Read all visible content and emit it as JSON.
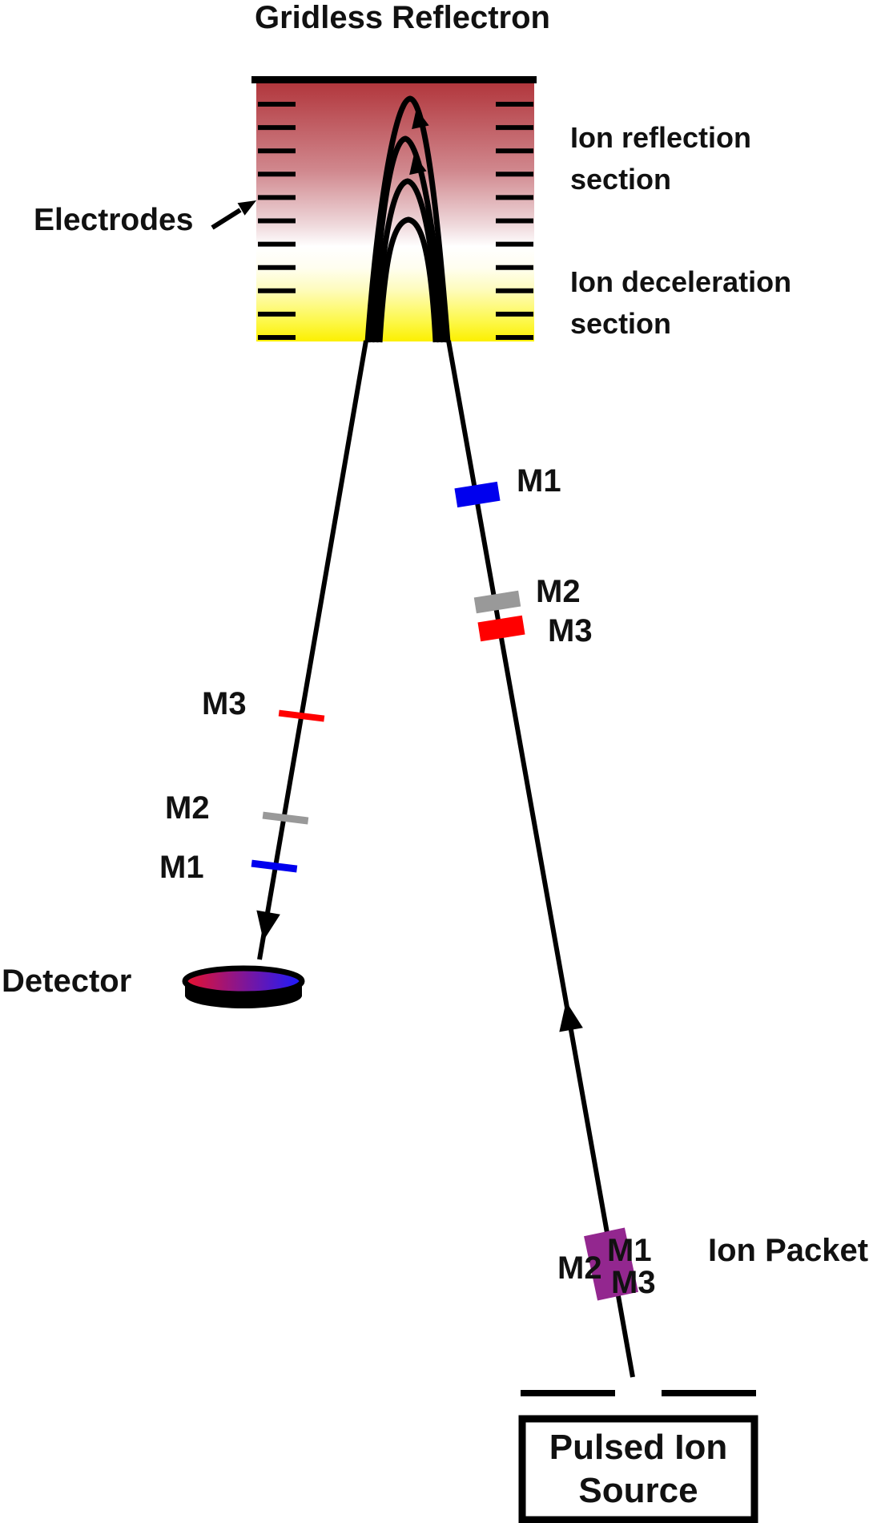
{
  "title": "Gridless Reflectron",
  "reflectron": {
    "electrodes_label": "Electrodes",
    "reflection_label": "Ion reflection\nsection",
    "deceleration_label": "Ion deceleration\nsection",
    "electrode_count_per_side": 11,
    "gradient_top": "#b03238",
    "gradient_mid": "#ffffff",
    "gradient_bottom": "#fcf000"
  },
  "outgoing_path_markers": [
    {
      "label": "M1",
      "color": "#0000ee"
    },
    {
      "label": "M2",
      "color": "#999999"
    },
    {
      "label": "M3",
      "color": "#ff0000"
    }
  ],
  "return_path_markers": [
    {
      "label": "M3",
      "color": "#ff0000"
    },
    {
      "label": "M2",
      "color": "#999999"
    },
    {
      "label": "M1",
      "color": "#0000ee"
    }
  ],
  "detector": {
    "label": "Detector",
    "gradient_left": "#e8112d",
    "gradient_right": "#1b1bff"
  },
  "ion_packet": {
    "label": "Ion Packet",
    "color": "#93278f",
    "markers": [
      {
        "label": "M2"
      },
      {
        "label": "M1"
      },
      {
        "label": "M3"
      }
    ]
  },
  "source": {
    "label": "Pulsed Ion\nSource"
  }
}
